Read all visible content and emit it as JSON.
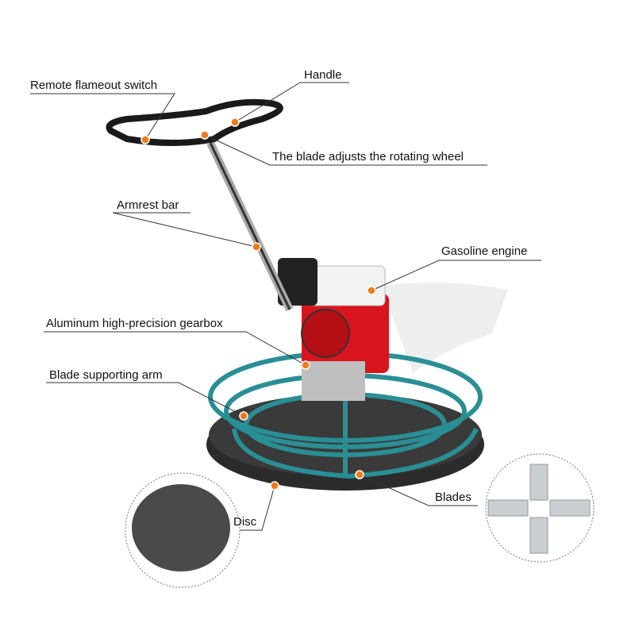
{
  "labels": {
    "remote_switch": "Remote flameout switch",
    "handle": "Handle",
    "blade_adjust": "The blade adjusts the rotating wheel",
    "armrest": "Armrest bar",
    "engine": "Gasoline engine",
    "gearbox": "Aluminum high-precision gearbox",
    "support_arm": "Blade supporting arm",
    "blades": "Blades",
    "disc": "Disc"
  },
  "colors": {
    "marker": "#f07a1a",
    "frame": "#2a8f95",
    "engine": "#d8141c",
    "base": "#2b2b2b"
  }
}
